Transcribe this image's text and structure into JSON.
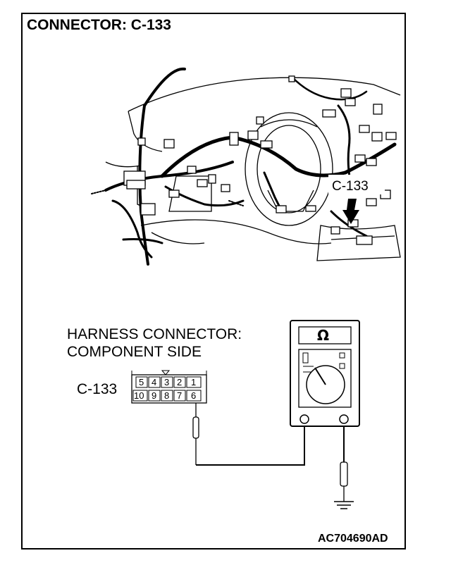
{
  "title": "CONNECTOR: C-133",
  "callout_label": "C-133",
  "harness_label_line1": "HARNESS CONNECTOR:",
  "harness_label_line2": "COMPONENT SIDE",
  "connector_id": "C-133",
  "pins_top": [
    "5",
    "4",
    "3",
    "2",
    "1"
  ],
  "pins_bottom": [
    "10",
    "9",
    "8",
    "7",
    "6"
  ],
  "meter_symbol": "Ω",
  "figure_code": "AC704690AD"
}
